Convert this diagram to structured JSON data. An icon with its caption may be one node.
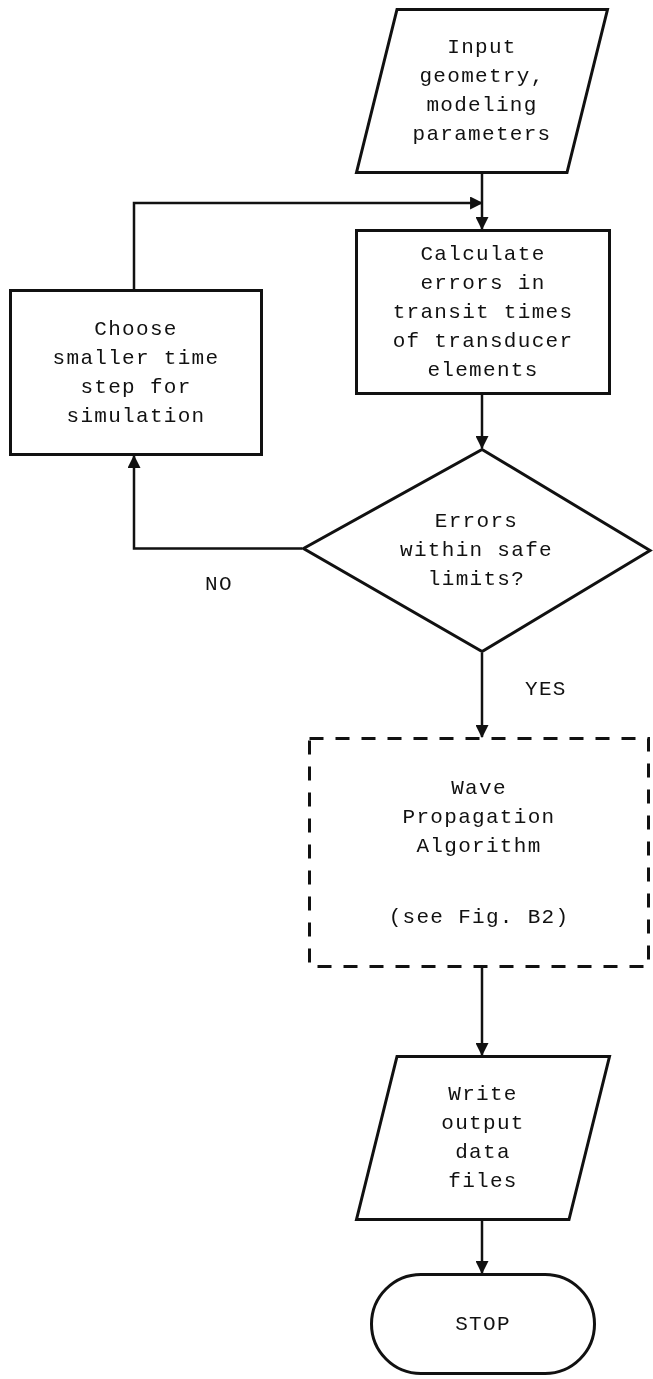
{
  "diagram": {
    "nodes": [
      {
        "text": [
          "Input geometry, modeling parameters"
        ]
      },
      {
        "text": [
          "Calculate errors in transit times of transducer elements"
        ]
      },
      {
        "text": [
          "Choose smaller time step for simulation"
        ]
      },
      {
        "text": [
          "Errors within safe limits?"
        ]
      },
      {
        "text": [
          "Wave Propagation Algorithm",
          "(see Fig. B2)"
        ]
      },
      {
        "text": [
          "Write output data files"
        ]
      },
      {
        "text": [
          "STOP"
        ]
      }
    ],
    "edges": [
      {
        "from": 0,
        "to": 1,
        "arrow": "to"
      },
      {
        "from": 2,
        "to": 1,
        "arrow": "to"
      },
      {
        "from": 1,
        "to": 3,
        "arrow": "to"
      },
      {
        "from": 3,
        "to": 2,
        "arrow": "to",
        "label": "NO"
      },
      {
        "from": 3,
        "to": 4,
        "arrow": "to",
        "label": "YES"
      },
      {
        "from": 4,
        "to": 5,
        "arrow": "to"
      },
      {
        "from": 5,
        "to": 6,
        "arrow": "to"
      }
    ]
  }
}
